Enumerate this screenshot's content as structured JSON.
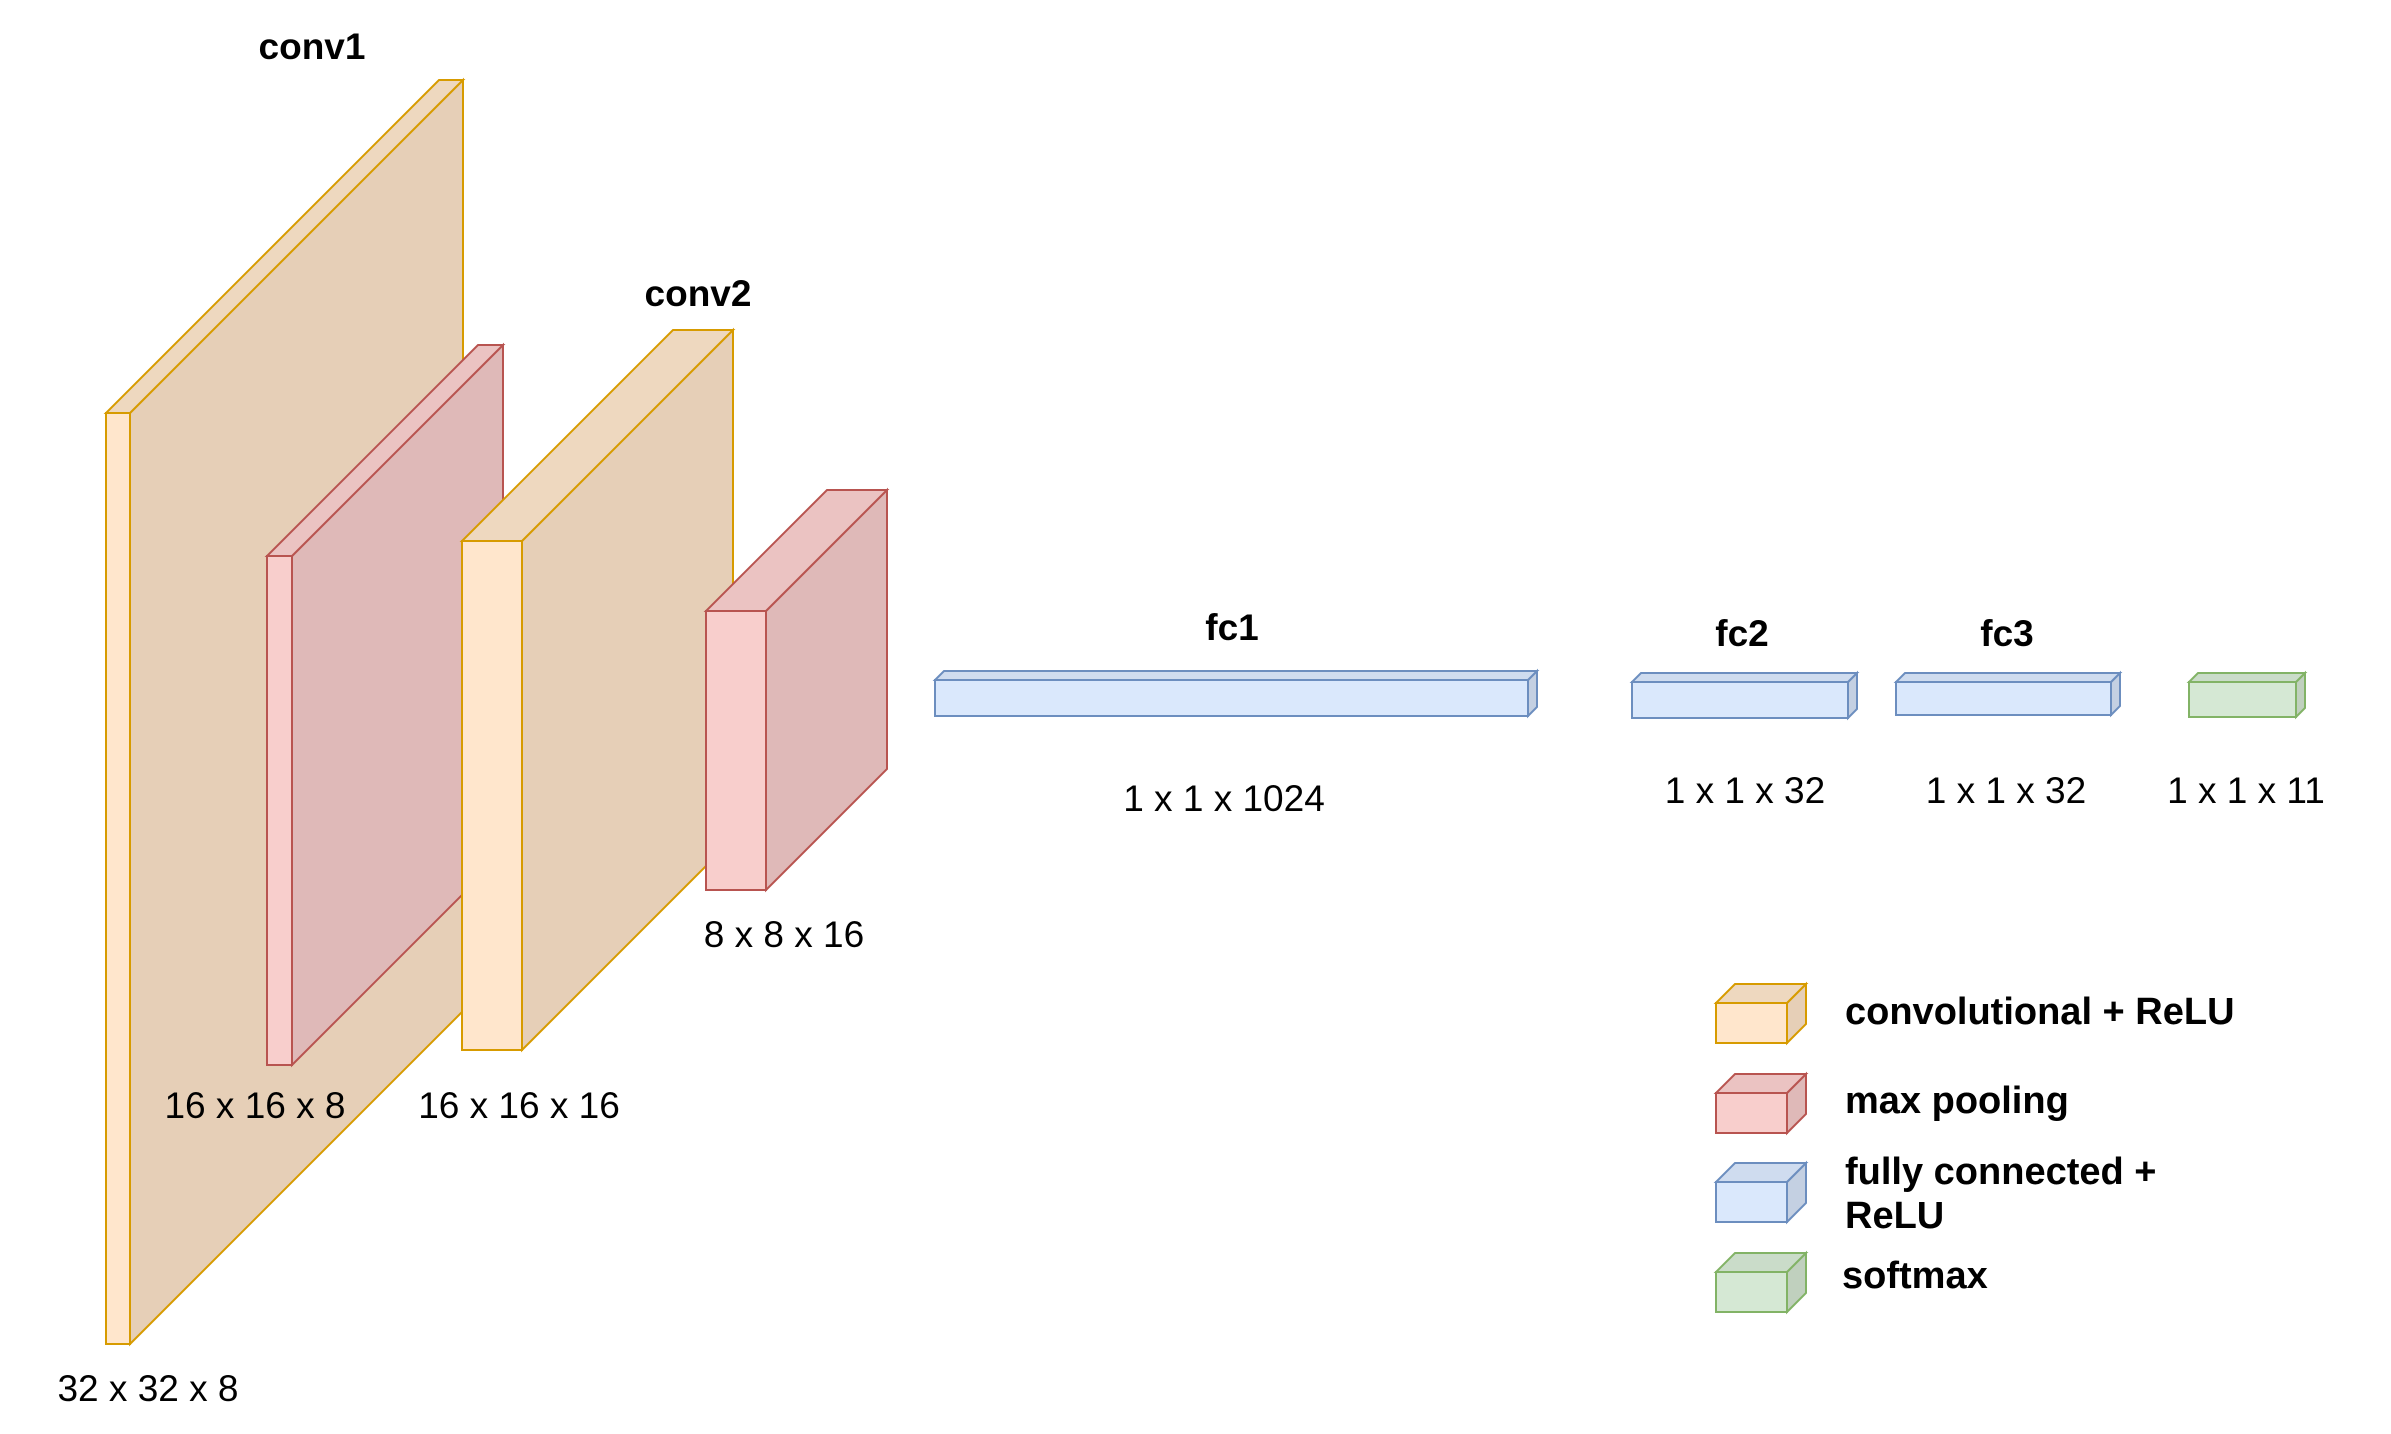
{
  "colors": {
    "conv": {
      "front": "#ffe6cc",
      "side": "#e6cfb7",
      "top": "#eed8bf",
      "stroke": "#d79b00"
    },
    "pool": {
      "front": "#f8cecc",
      "side": "#dfb9b8",
      "top": "#ebc3c2",
      "stroke": "#b85450"
    },
    "fc": {
      "front": "#dae8fc",
      "side": "#c4d0e2",
      "top": "#cfdcef",
      "stroke": "#6c8ebf"
    },
    "softmax": {
      "front": "#d5e8d4",
      "side": "#c0d0be",
      "top": "#cadcc9",
      "stroke": "#82b366"
    }
  },
  "layers": {
    "conv1": {
      "name": "conv1",
      "dims": "32 x 32 x 8"
    },
    "pool1": {
      "dims": "16 x 16 x 8"
    },
    "conv2": {
      "name": "conv2",
      "dims": "16 x 16 x 16"
    },
    "pool2": {
      "dims": "8 x 8 x 16"
    },
    "fc1": {
      "name": "fc1",
      "dims": "1 x 1 x 1024"
    },
    "fc2": {
      "name": "fc2",
      "dims": "1 x 1 x 32"
    },
    "fc3": {
      "name": "fc3",
      "dims": "1 x 1 x 32"
    },
    "softmax": {
      "dims": "1 x 1 x 11"
    }
  },
  "legend": {
    "conv": "convolutional + ReLU",
    "pool": "max pooling",
    "fc_line1": "fully connected +",
    "fc_line2": "ReLU",
    "softmax": "softmax"
  }
}
